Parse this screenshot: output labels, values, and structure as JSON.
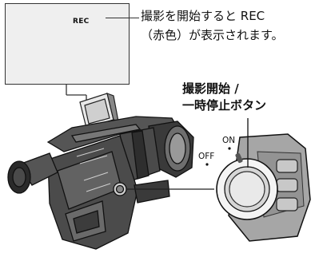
{
  "lcd": {
    "indicator": "REC",
    "note_line1": "撮影を開始すると REC",
    "note_line2": "（赤色）が表示されます。"
  },
  "button": {
    "label_line1": "撮影開始 /",
    "label_line2": "一時停止ボタン",
    "switch_off": "OFF",
    "switch_on": "ON"
  }
}
